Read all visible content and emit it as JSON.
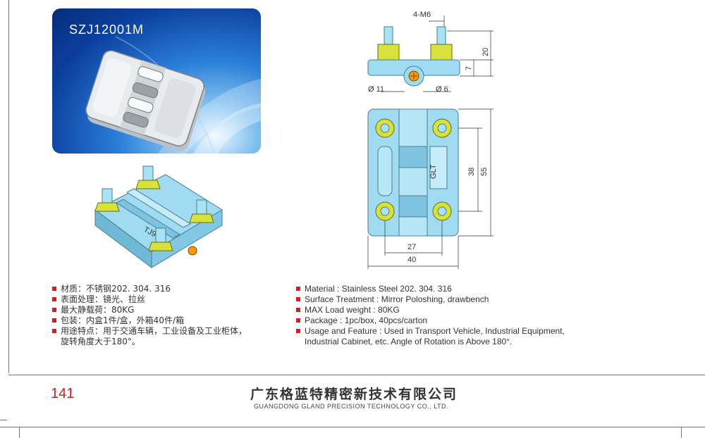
{
  "product": {
    "model_code": "SZJ12001M"
  },
  "drawing": {
    "labels": {
      "thread": "4-M6",
      "diameter_left": "Ø 11",
      "diameter_right": "Ø 6",
      "height_20": "20",
      "height_7": "7",
      "height_38": "38",
      "height_55": "55",
      "width_27": "27",
      "width_40": "40",
      "logo_mark": "GLT",
      "logo_mark_3d": "TJ9"
    }
  },
  "specs_cn": [
    {
      "label": "材质：不锈钢202. 304. 316"
    },
    {
      "label": "表面处理：镜光、拉丝"
    },
    {
      "label": "最大静载荷：80KG"
    },
    {
      "label": "包装：内盒1件/盒，外箱40件/箱"
    },
    {
      "label": "用途特点：用于交通车辆，工业设备及工业柜体，",
      "cont": "旋转角度大于180°。"
    }
  ],
  "specs_en": [
    {
      "label": "Material : Stainless Steel 202. 304. 316"
    },
    {
      "label": "Surface Treatment : Mirror Poloshing, drawbench"
    },
    {
      "label": "MAX Load weight : 80KG"
    },
    {
      "label": "Package : 1pc/box,  40pcs/carton"
    },
    {
      "label": "Usage and Feature : Used in Transport Vehicle, Industrial Equipment,",
      "cont": "Industrial Cabinet, etc. Angle of Rotation is Above 180°."
    }
  ],
  "footer": {
    "page_number": "141",
    "company_cn": "广东格蓝特精密新技术有限公司",
    "company_en": "GUANGDONG GLAND PRECISION TECHNOLOGY CO., LTD."
  },
  "colors": {
    "accent_red": "#d51c24",
    "hinge_blue": "#8ed3ee",
    "nut_yellow": "#d8e23a"
  }
}
